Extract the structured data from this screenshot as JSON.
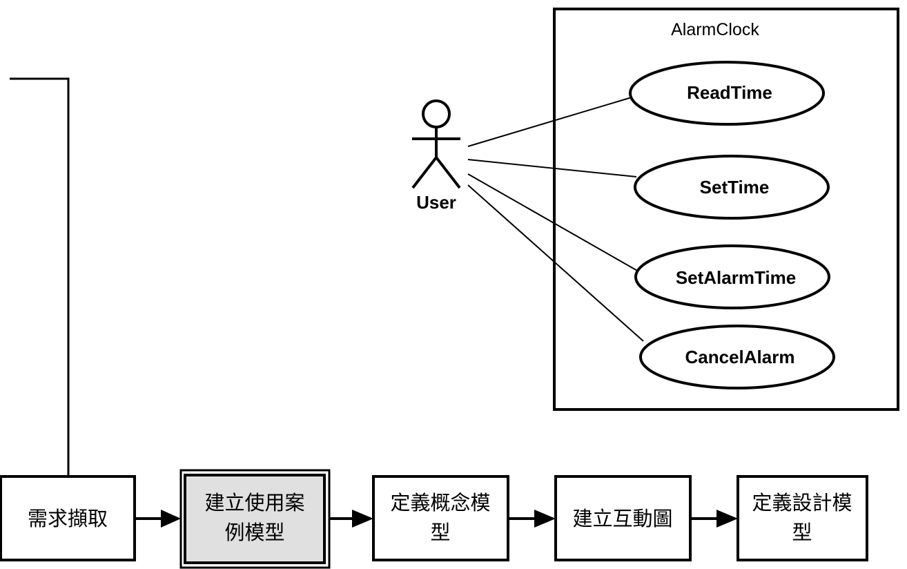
{
  "diagram": {
    "system": {
      "title": "AlarmClock"
    },
    "actor": {
      "label": "User"
    },
    "use_cases": [
      {
        "label": "ReadTime"
      },
      {
        "label": "SetTime"
      },
      {
        "label": "SetAlarmTime"
      },
      {
        "label": "CancelAlarm"
      }
    ],
    "process_steps": [
      {
        "lines": [
          "需求擷取"
        ],
        "highlighted": false
      },
      {
        "lines": [
          "建立使用案",
          "例模型"
        ],
        "highlighted": true
      },
      {
        "lines": [
          "定義概念模",
          "型"
        ],
        "highlighted": false
      },
      {
        "lines": [
          "建立互動圖"
        ],
        "highlighted": false
      },
      {
        "lines": [
          "定義設計模",
          "型"
        ],
        "highlighted": false
      }
    ],
    "colors": {
      "line": "#000000",
      "highlight_fill": "#e0e0e0",
      "background": "#ffffff"
    }
  }
}
